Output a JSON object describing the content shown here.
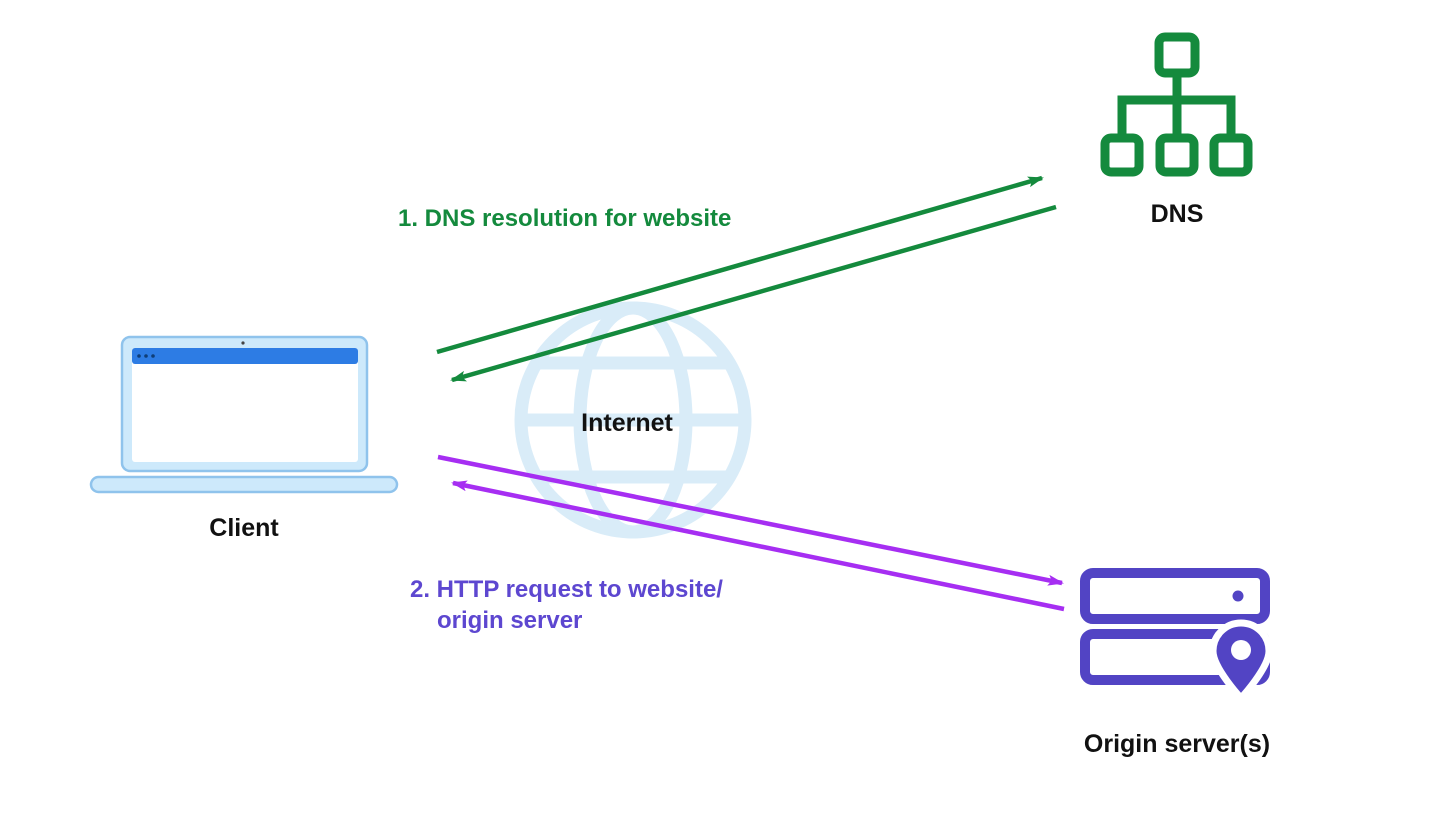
{
  "nodes": {
    "client": {
      "label": "Client"
    },
    "internet": {
      "label": "Internet"
    },
    "dns": {
      "label": "DNS"
    },
    "origin_server": {
      "label": "Origin server(s)"
    }
  },
  "flows": [
    {
      "id": "dns-resolution",
      "label": "1. DNS resolution for website",
      "from": "client",
      "to": "dns",
      "bidirectional": true,
      "color": "#148a3d"
    },
    {
      "id": "http-request",
      "label_line1": "2. HTTP request to website/",
      "label_line2": "origin server",
      "from": "client",
      "to": "origin_server",
      "bidirectional": true,
      "color": "#a62ef2"
    }
  ],
  "colors": {
    "green": "#148a3d",
    "purple": "#a62ef2",
    "indigo": "#5244c4",
    "text-purple": "#5d47d0",
    "globe": "#d9ecf8",
    "laptop-fill": "#cde9fb",
    "laptop-stroke": "#8fc3ec",
    "laptop-bar": "#2d7ce4",
    "text-dark": "#111111",
    "background": "#ffffff"
  }
}
